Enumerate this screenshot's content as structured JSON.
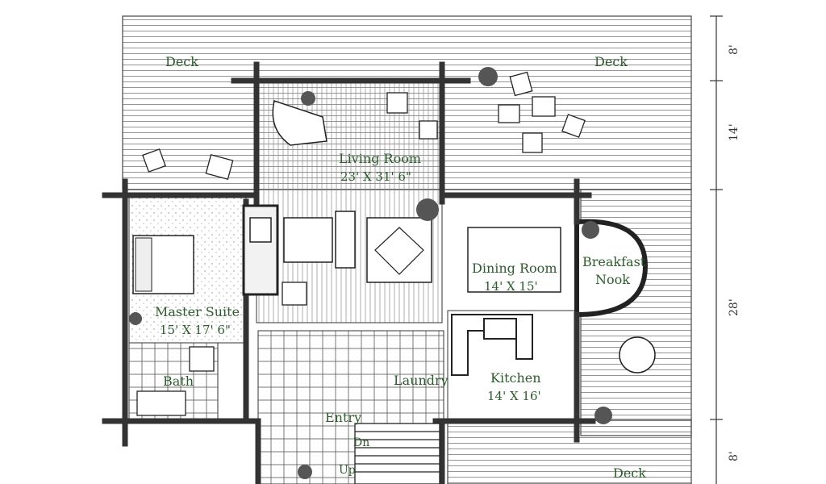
{
  "rooms": {
    "deck_left": "Deck",
    "deck_right": "Deck",
    "deck_bottom": "Deck",
    "living_room": {
      "name": "Living Room",
      "dims": "23' X 31' 6\""
    },
    "dining_room": {
      "name": "Dining Room",
      "dims": "14' X 15'"
    },
    "breakfast_nook": {
      "line1": "Breakfast",
      "line2": "Nook"
    },
    "master_suite": {
      "name": "Master Suite",
      "dims": "15' X 17' 6\""
    },
    "bath": "Bath",
    "laundry": "Laundry",
    "kitchen": {
      "name": "Kitchen",
      "dims": "14' X 16'"
    },
    "entry": "Entry"
  },
  "stairs": {
    "down": "Dn",
    "up": "Up"
  },
  "dimensions": [
    "8'",
    "14'",
    "28'",
    "8'"
  ]
}
